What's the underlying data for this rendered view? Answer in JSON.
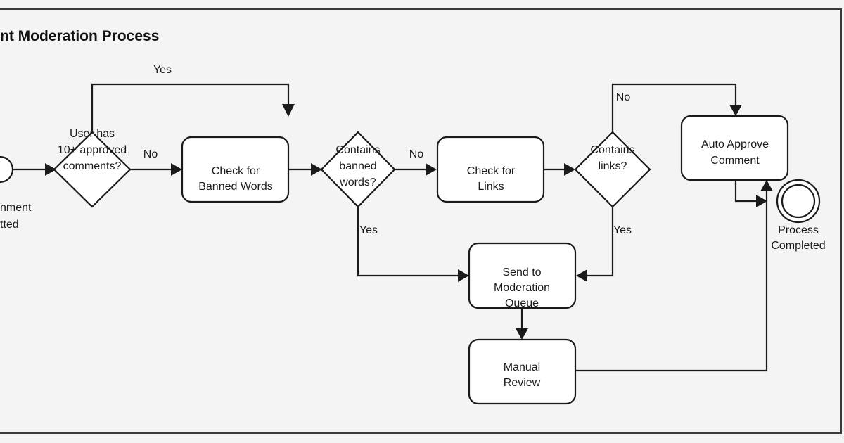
{
  "diagram": {
    "title": "nt Moderation Process",
    "start_event": {
      "line1": "nment",
      "line2": "tted"
    },
    "end_event": {
      "line1": "Process",
      "line2": "Completed"
    },
    "gateway_user": {
      "line1": "User has",
      "line2": "10+ approved",
      "line3": "comments?"
    },
    "gateway_banned": {
      "line1": "Contains",
      "line2": "banned",
      "line3": "words?"
    },
    "gateway_links": {
      "line1": "Contains",
      "line2": "links?"
    },
    "task_banned": {
      "line1": "Check for",
      "line2": "Banned Words"
    },
    "task_links": {
      "line1": "Check for",
      "line2": "Links"
    },
    "task_queue": {
      "line1": "Send to",
      "line2": "Moderation",
      "line3": "Queue"
    },
    "task_review": {
      "line1": "Manual",
      "line2": "Review"
    },
    "task_approve": {
      "line1": "Auto Approve",
      "line2": "Comment"
    },
    "labels": {
      "user_yes": "Yes",
      "user_no": "No",
      "banned_no": "No",
      "banned_yes": "Yes",
      "links_no": "No",
      "links_yes": "Yes"
    }
  }
}
